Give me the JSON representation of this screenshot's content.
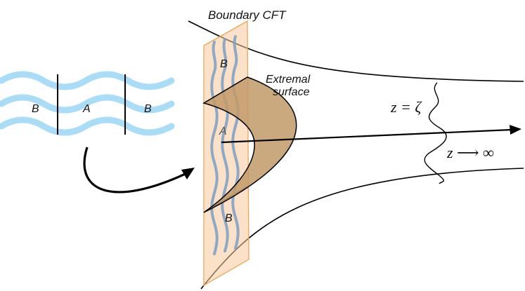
{
  "labels": {
    "boundary": "Boundary CFT",
    "extremal_line1": "Extremal",
    "extremal_line2": "surface",
    "region_a": "A",
    "region_b": "B",
    "z_zeta": "z = ζ",
    "z_inf": "z ⟶ ∞"
  },
  "colors": {
    "wave_left": "#a8dcf7",
    "wave_slab": "#7d9fc4",
    "slab_fill": "#f8c99a",
    "slab_stroke": "#e9a75e",
    "extremal_fill": "#c29a68",
    "ink": "#000000"
  }
}
